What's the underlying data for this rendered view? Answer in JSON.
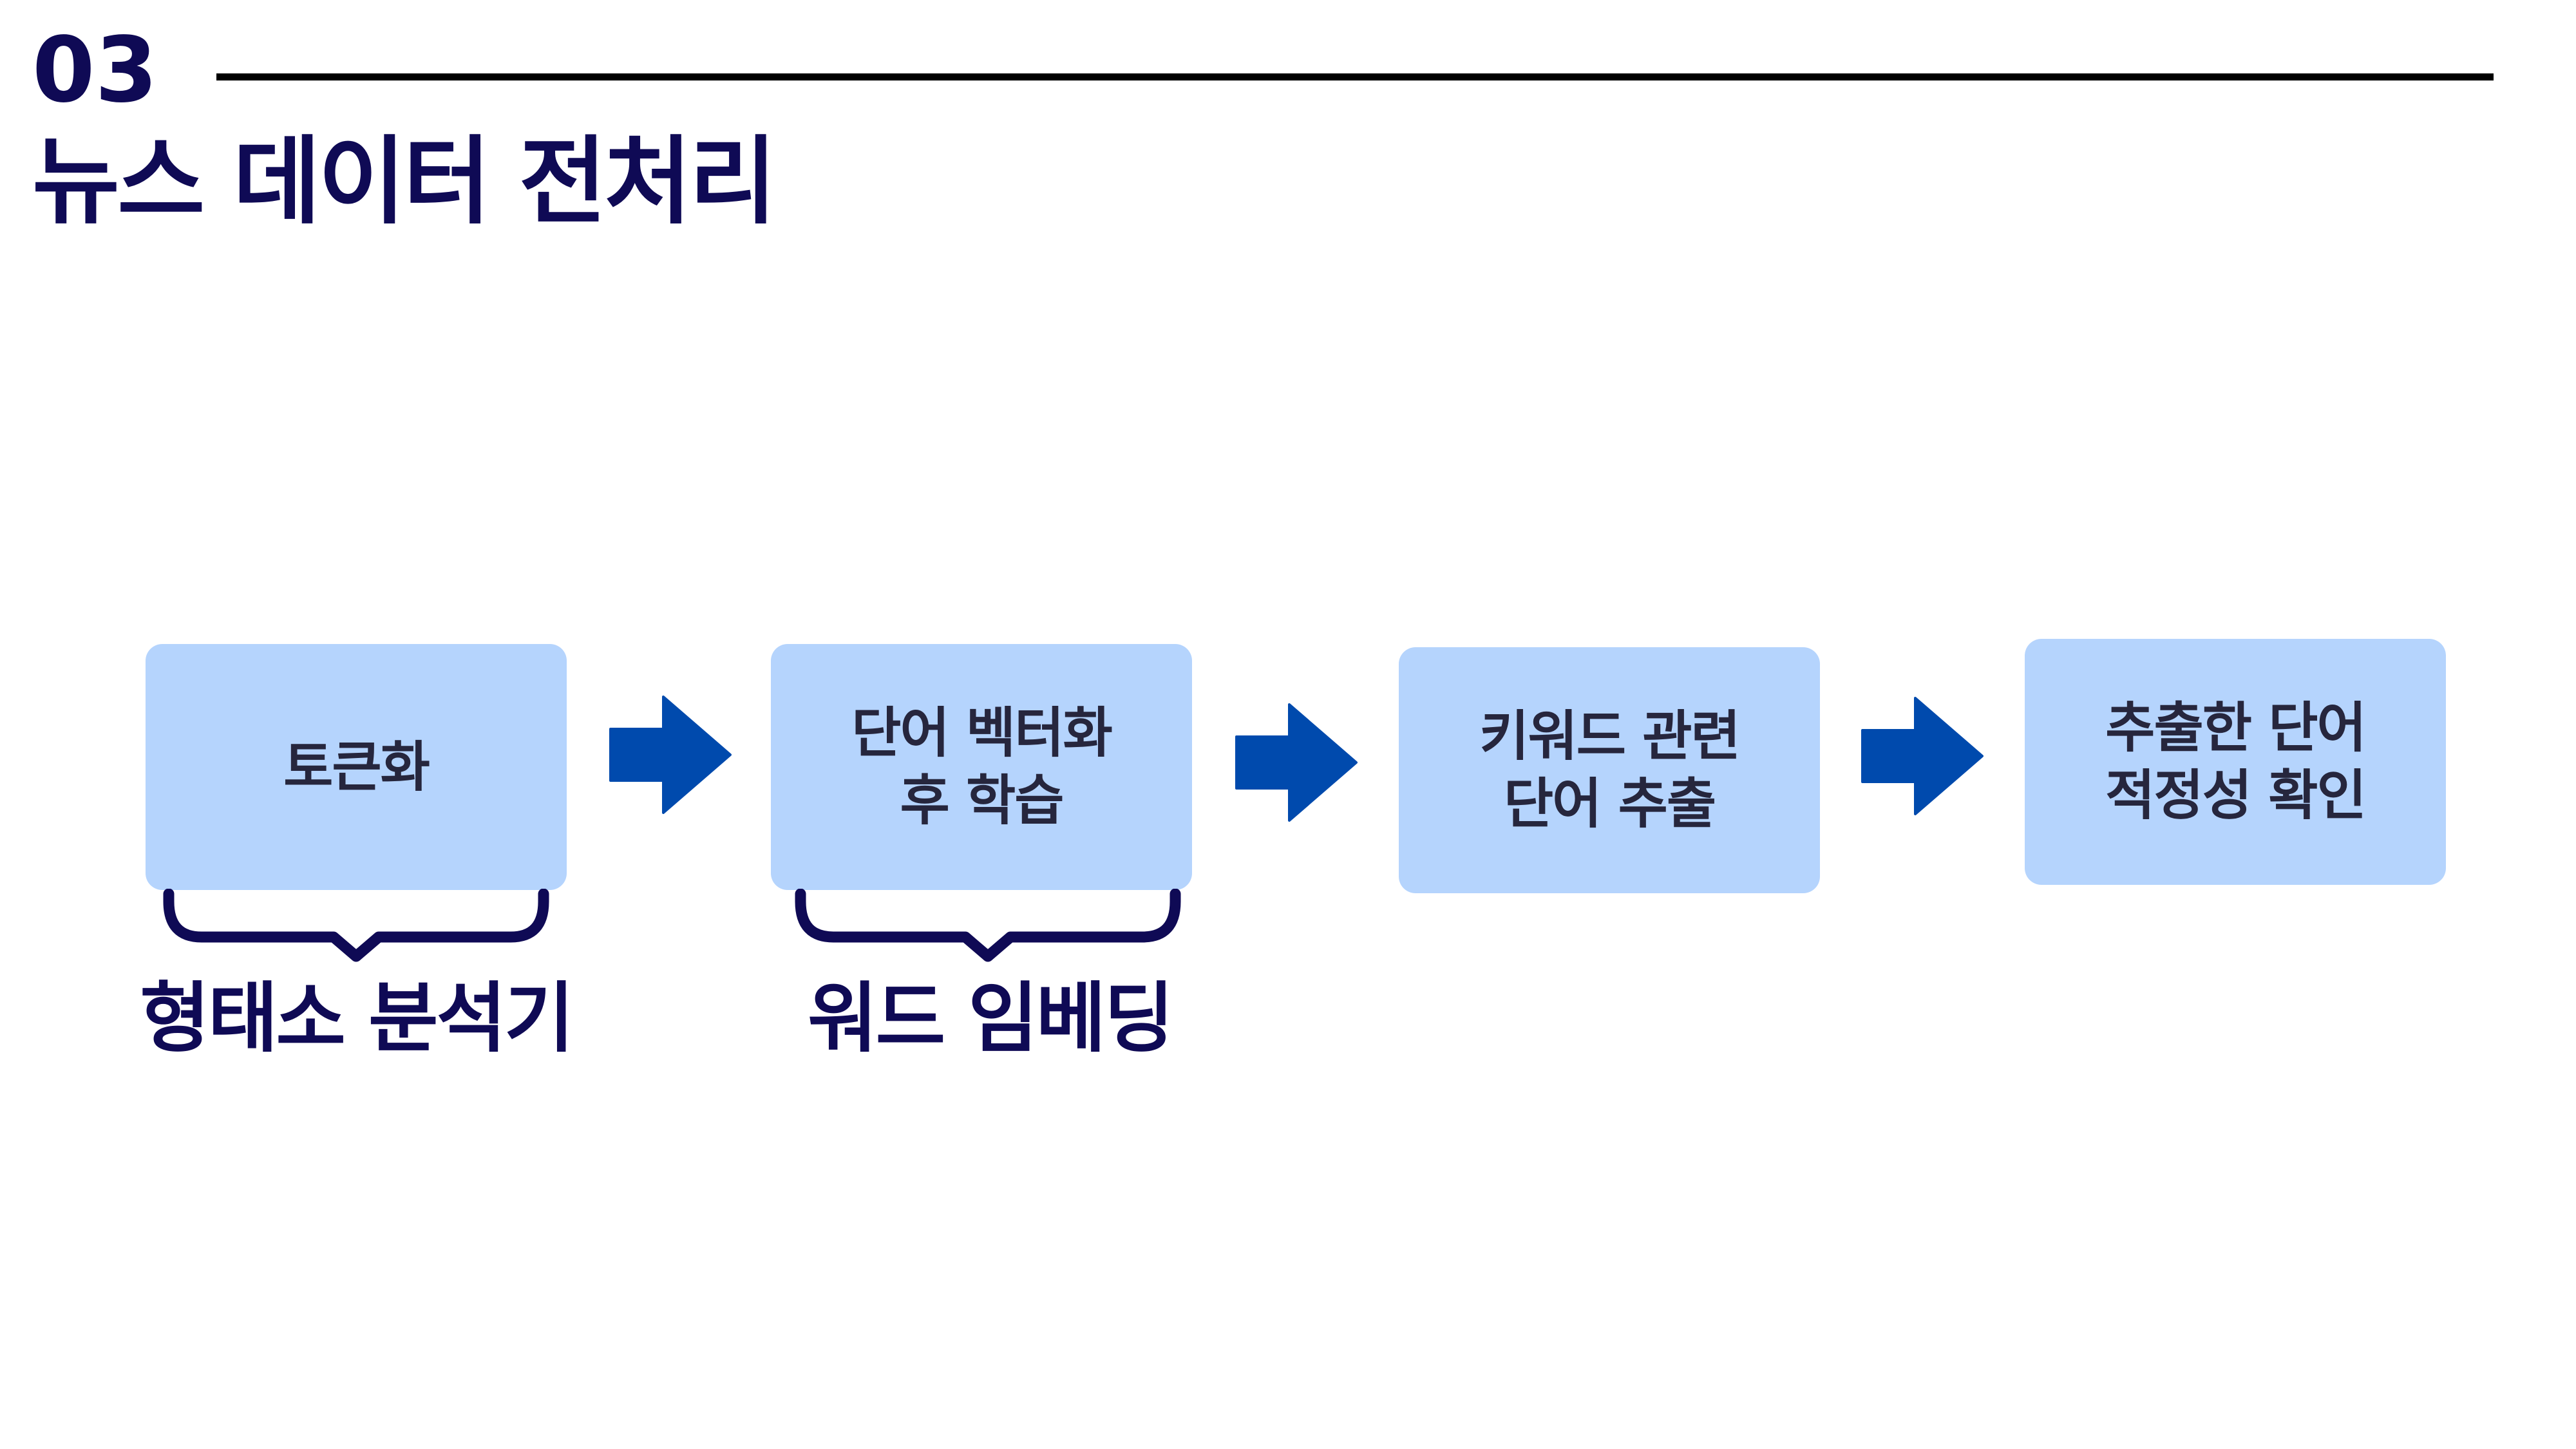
{
  "header": {
    "section_number": "03",
    "title": "뉴스 데이터 전처리"
  },
  "steps": [
    {
      "label": "토큰화"
    },
    {
      "label": "단어 벡터화\n후 학습"
    },
    {
      "label": "키워드 관련\n단어 추출"
    },
    {
      "label": "추출한 단어\n적정성 확인"
    }
  ],
  "annotations": [
    {
      "label": "형태소 분석기"
    },
    {
      "label": "워드 임베딩"
    }
  ],
  "colors": {
    "navy": "#0f0a55",
    "box": "#b5d4fd",
    "arrow": "#004aad",
    "box_text": "#26263d"
  }
}
